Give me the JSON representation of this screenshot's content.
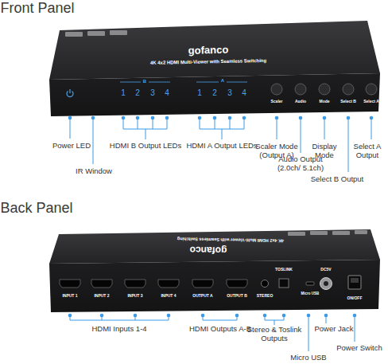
{
  "diagram": {
    "labels": [
      "Front Panel",
      "gofanco",
      "4K 4x2 HDMI Multi-Viewer with Seamless Switching",
      "B",
      "1",
      "2",
      "3",
      "4",
      "A",
      "1",
      "2",
      "3",
      "4",
      "Scaler",
      "Audio",
      "Mode",
      "Select B",
      "Select A",
      "Power LED",
      "IR Window",
      "HDMI B Output LEDs",
      "HDMI A Output LEDs",
      "Scaler Mode (Output A)",
      "Audio Output (2.0ch/ 5.1ch)",
      "Display Mode",
      "Select B Output",
      "Select A Output",
      "Back Panel",
      "gofanco",
      "4K 4x2 HDMI Multi-Viewer with Seamless Switching",
      "INPUT 1",
      "INPUT 2",
      "INPUT 3",
      "INPUT 4",
      "OUTPUT A",
      "OUTPUT B",
      "STEREO",
      "TOSLINK",
      "Micro USB",
      "DC5V",
      "ON/OFF",
      "HDMI Inputs 1-4",
      "HDMI Outputs A-B",
      "Stereo & Toslink Outputs",
      "Power Jack",
      "Micro USB",
      "Power Switch"
    ]
  }
}
